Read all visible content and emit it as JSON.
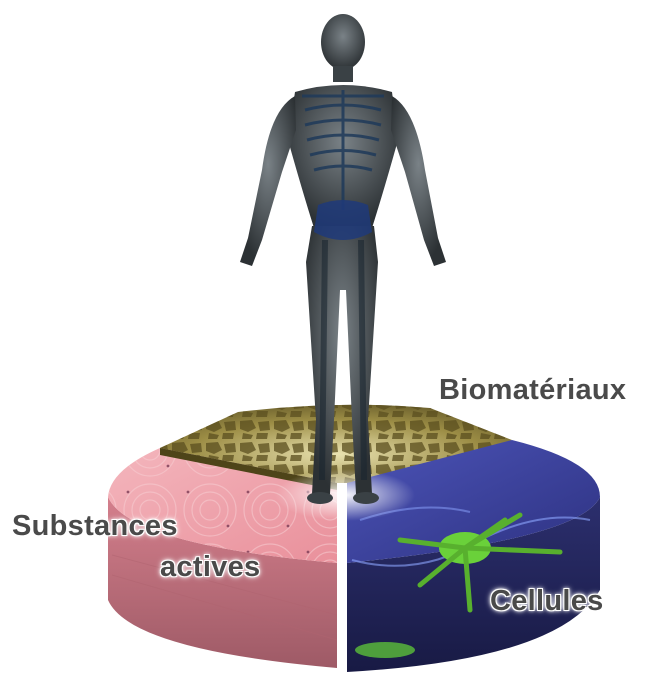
{
  "labels": {
    "biomaterials": "Biomatériaux",
    "substances_line1": "Substances",
    "substances_line2": "actives",
    "cells": "Cellules"
  },
  "segments": [
    {
      "id": "biomaterials",
      "color": "#8a7a3a"
    },
    {
      "id": "substances",
      "color": "#e89ca6"
    },
    {
      "id": "cells",
      "color": "#3a3f9a"
    }
  ],
  "figure_color": "#3d4448",
  "skeleton_color": "#1f3a5a"
}
